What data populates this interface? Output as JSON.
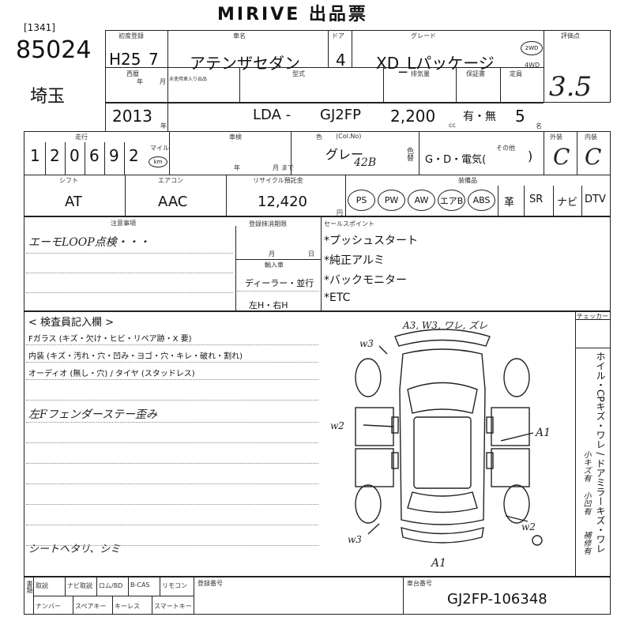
{
  "header": {
    "title": "MIRIVE 出品票",
    "sub_code": "[1341]",
    "lot_number": "85024",
    "region": "埼玉"
  },
  "row1": {
    "first_reg_label": "初度登録",
    "first_reg_value": "H25",
    "month_value": "7",
    "year_unit": "年",
    "month_unit": "月",
    "car_name_label": "車名",
    "car_name": "アテンザセダン",
    "doors_label": "ドア",
    "doors": "4",
    "grade_label": "グレード",
    "grade": "XD_Lパッケージ",
    "drive_2wd": "2WD",
    "drive_4wd": "4WD",
    "score_label": "評価点",
    "score": "3.5"
  },
  "row2": {
    "year_label": "西暦",
    "unregistered_label": "未使用車入り出品",
    "year_value": "2013",
    "year_unit": "年",
    "model_label": "型式",
    "model_prefix": "LDA -",
    "model_value": "GJ2FP",
    "displacement_label": "排気量",
    "displacement": "2,200",
    "cc_unit": "cc",
    "warranty_label": "保証書",
    "warranty": "有・無",
    "capacity_label": "定員",
    "capacity": "5",
    "capacity_unit": "名"
  },
  "row3": {
    "mileage_label": "走行",
    "mileage_digits": [
      "1",
      "2",
      "0",
      "6",
      "9",
      "2"
    ],
    "mile_unit": "マイル",
    "km_unit": "km",
    "inspection_label": "車検",
    "inspection_year_unit": "年",
    "inspection_month_unit": "月",
    "until_label": "まで",
    "color_label": "色",
    "color_no_label": "(Col.No)",
    "color": "グレー",
    "color_code": "42B",
    "color_mark": "色替",
    "fuel": "G・D・電気(",
    "fuel_other_label": "その他",
    "fuel_close": ")",
    "exterior_label": "外装",
    "exterior": "C",
    "interior_label": "内装",
    "interior": "C"
  },
  "row4": {
    "shift_label": "シフト",
    "shift": "AT",
    "ac_label": "エアコン",
    "ac": "AAC",
    "recycle_label": "リサイクル預託金",
    "recycle": "12,420",
    "recycle_unit": "円",
    "equipment_label": "装備品",
    "equipment": [
      "PS",
      "PW",
      "AW",
      "エアB",
      "ABS"
    ],
    "leather": "革",
    "sunroof": "SR",
    "navi": "ナビ",
    "dtv": "DTV"
  },
  "notes": {
    "caution_label": "注意事項",
    "caution_text": "エーモLOOP点検・・・",
    "deadline_label": "登録抹消期限",
    "deadline_month": "月",
    "deadline_day": "日",
    "import_label": "輸入車",
    "import_value": "ディーラー・並行",
    "steering_value": "左H・右H",
    "sales_label": "セールスポイント",
    "sales_points": [
      "*プッシュスタート",
      "*純正アルミ",
      "*バックモニター",
      "*ETC"
    ]
  },
  "inspector": {
    "label": "< 検査員記入欄 >",
    "lines": [
      "Fガラス (キズ・欠け・ヒビ・リペア跡・X 要)",
      "内装 (キズ・汚れ・穴・凹み・ヨゴ・穴・キレ・破れ・割れ)",
      "オーディオ (無し・穴) / タイヤ (スタッドレス)"
    ],
    "handwritten_1": "左Fフェンダーステー歪み",
    "handwritten_2": "シートヘタリ、シミ"
  },
  "diagram": {
    "note_top": "A3, W3, ワレ, ズレ",
    "w3_top": "w3",
    "w2_left": "w2",
    "a1_right": "A1",
    "w3_bottom": "w3",
    "w2_bottom": "w2",
    "a1_bottom": "A1"
  },
  "side": {
    "checker_label": "チェッカー",
    "legend": "ホイル・CPキズ・ワレ / ドアミラーキズ・ワレ",
    "sub_1": "小キズ有",
    "sub_2": "小凹有",
    "sub_3": "補修有"
  },
  "footer": {
    "docs_label": "書類",
    "items_row1": [
      "取説",
      "ナビ取説",
      "ロム/BD",
      "B-CAS",
      "リモコン"
    ],
    "items_row2": [
      "ナンバー",
      "スペアキー",
      "キーレス",
      "スマートキー"
    ],
    "reg_number_label": "登録番号",
    "chassis_label": "車台番号",
    "chassis": "GJ2FP-106348"
  }
}
